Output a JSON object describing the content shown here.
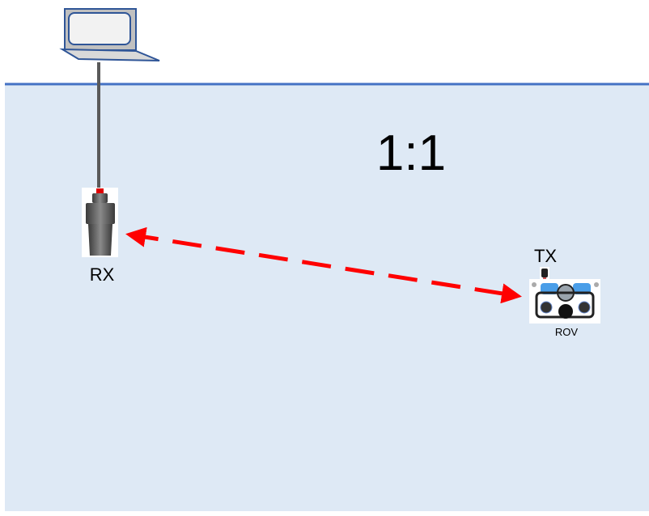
{
  "ratio_label": "1:1",
  "receiver": {
    "label": "RX"
  },
  "transmitter": {
    "label": "TX"
  },
  "vehicle": {
    "label": "ROV"
  },
  "colors": {
    "water": "#dee9f5",
    "surface": "#4472c4",
    "link": "#ff0000",
    "cable": "#595959"
  }
}
